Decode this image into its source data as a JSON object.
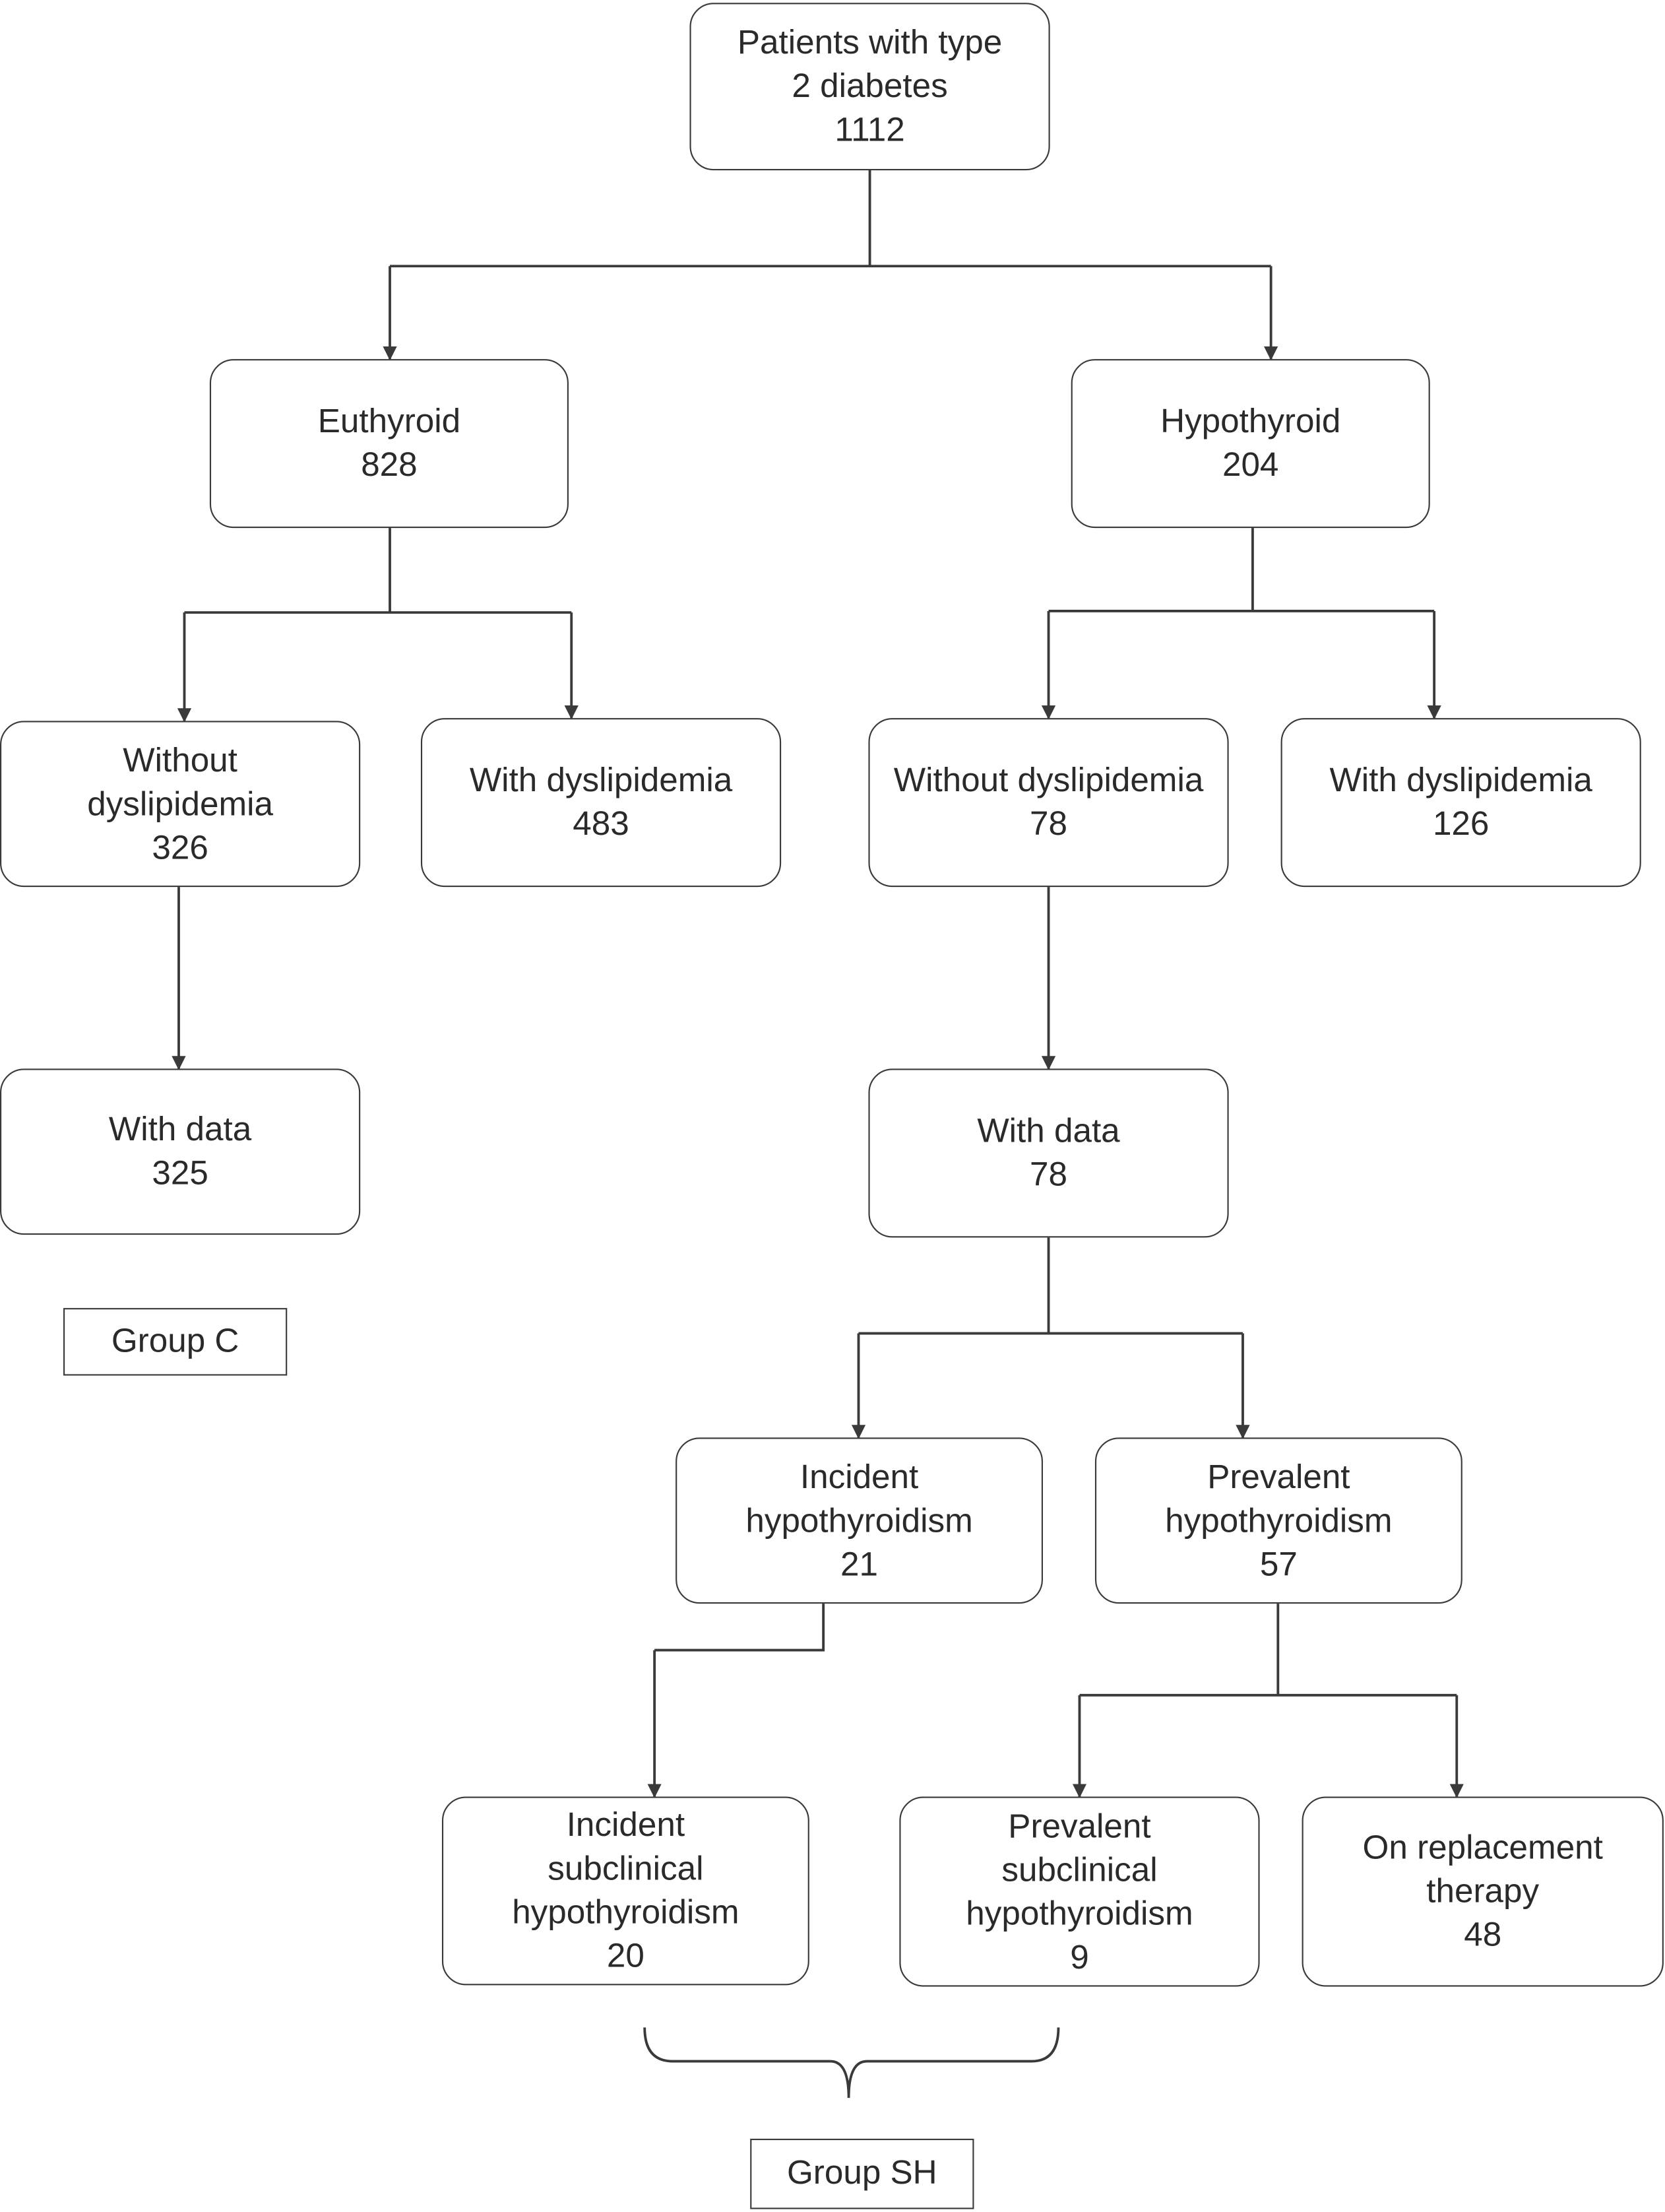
{
  "nodes": {
    "patients": {
      "lines": [
        "Patients with type",
        "2 diabetes"
      ],
      "count": "1112"
    },
    "euthyroid": {
      "lines": [
        "Euthyroid"
      ],
      "count": "828"
    },
    "hypothyroid": {
      "lines": [
        "Hypothyroid"
      ],
      "count": "204"
    },
    "eu_without_dys": {
      "lines": [
        "Without",
        "dyslipidemia"
      ],
      "count": "326"
    },
    "eu_with_dys": {
      "lines": [
        "With dyslipidemia"
      ],
      "count": "483"
    },
    "hypo_without_dys": {
      "lines": [
        "Without dyslipidemia"
      ],
      "count": "78"
    },
    "hypo_with_dys": {
      "lines": [
        "With dyslipidemia"
      ],
      "count": "126"
    },
    "eu_with_data": {
      "lines": [
        "With data"
      ],
      "count": "325"
    },
    "hypo_with_data": {
      "lines": [
        "With data"
      ],
      "count": "78"
    },
    "incident_hypo": {
      "lines": [
        "Incident",
        "hypothyroidism"
      ],
      "count": "21"
    },
    "prevalent_hypo": {
      "lines": [
        "Prevalent",
        "hypothyroidism"
      ],
      "count": "57"
    },
    "incident_sub": {
      "lines": [
        "Incident",
        "subclinical",
        "hypothyroidism"
      ],
      "count": "20"
    },
    "prevalent_sub": {
      "lines": [
        "Prevalent",
        "subclinical",
        "hypothyroidism"
      ],
      "count": "9"
    },
    "replacement": {
      "lines": [
        "On replacement",
        "therapy"
      ],
      "count": "48"
    }
  },
  "group_labels": {
    "group_c": "Group C",
    "group_sh": "Group SH"
  },
  "colors": {
    "stroke": "#3a3a3a",
    "text": "#2a2a2a",
    "background": "#ffffff"
  }
}
